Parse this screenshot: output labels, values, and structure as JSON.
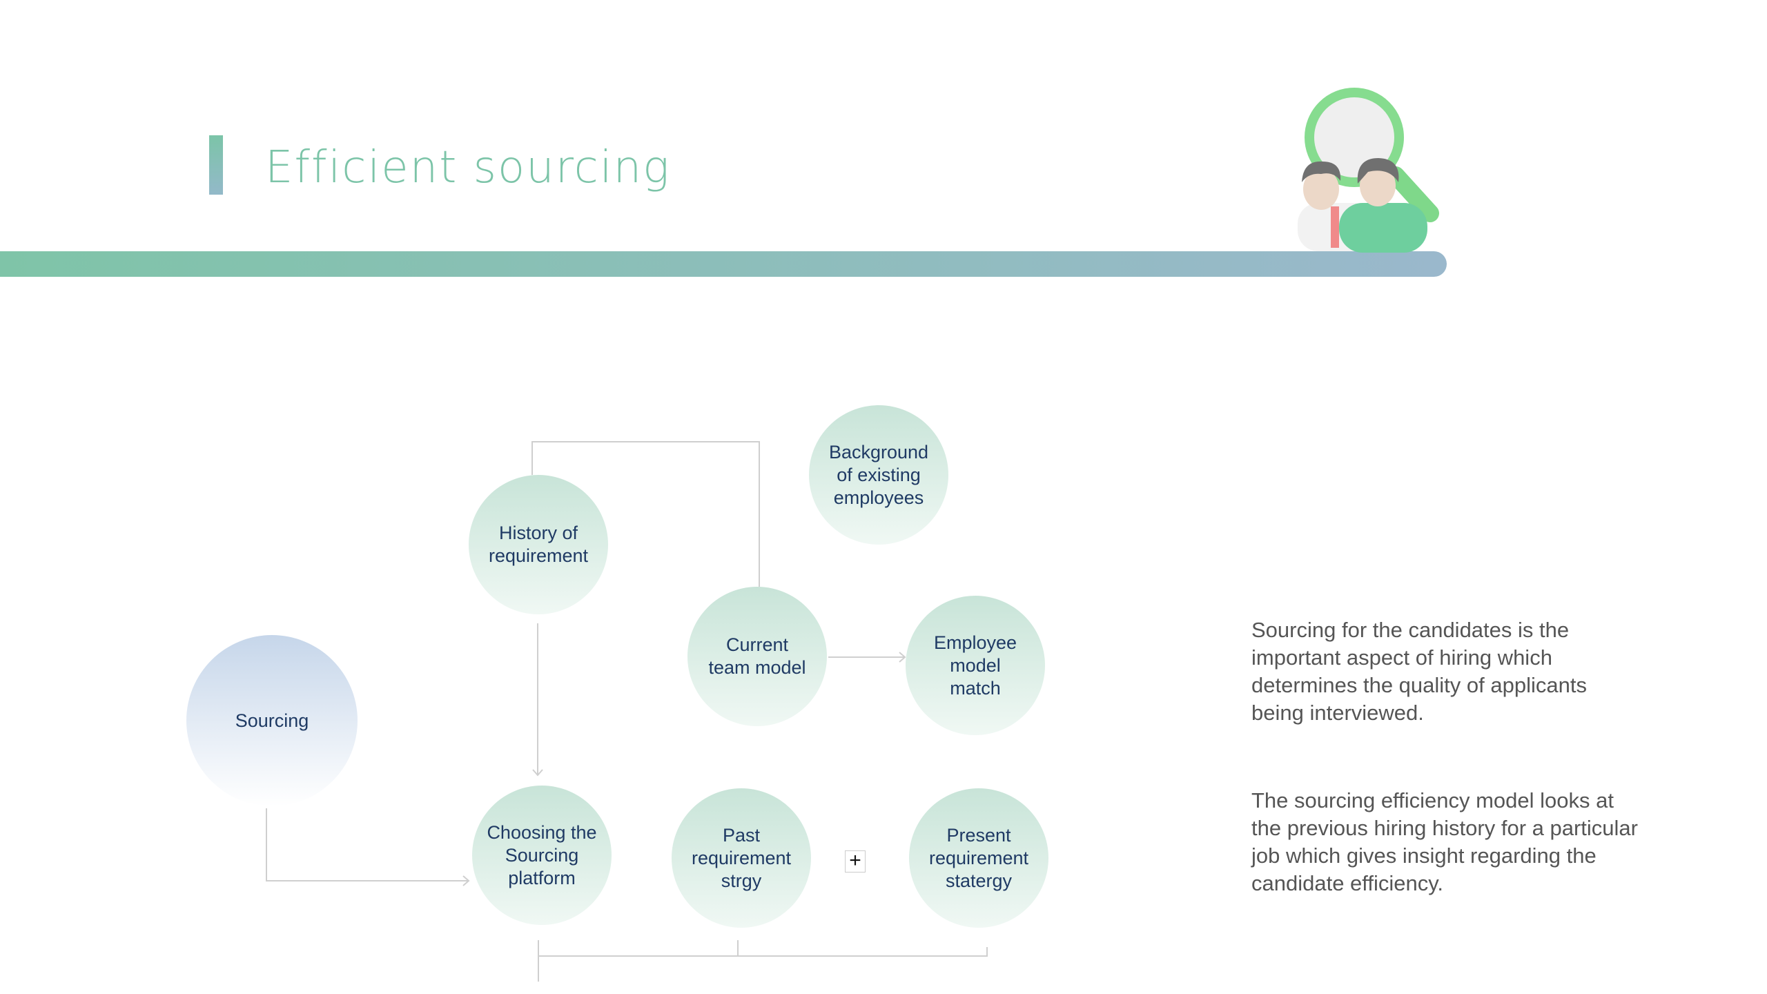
{
  "title": "Efficient sourcing",
  "colors": {
    "accent": "#7cc4a8",
    "band_end": "#9ab8cc",
    "node_text": "#1f3a64"
  },
  "icon": "people-magnifier-icon",
  "nodes": {
    "background": "Background\nof existing\nemployees",
    "history": "History of\nrequirement",
    "current": "Current\nteam model",
    "employee": "Employee\nmodel\nmatch",
    "sourcing": "Sourcing",
    "choosing": "Choosing the\nSourcing\nplatform",
    "past": "Past\nrequirement\nstrgy",
    "present": "Present\nrequirement\nstatergy"
  },
  "plus_label": "+",
  "paragraphs": [
    "Sourcing for the candidates is the important aspect of hiring which determines the quality of applicants being interviewed.",
    "The sourcing efficiency model looks at the previous hiring history for a particular job which gives insight regarding  the candidate efficiency."
  ]
}
